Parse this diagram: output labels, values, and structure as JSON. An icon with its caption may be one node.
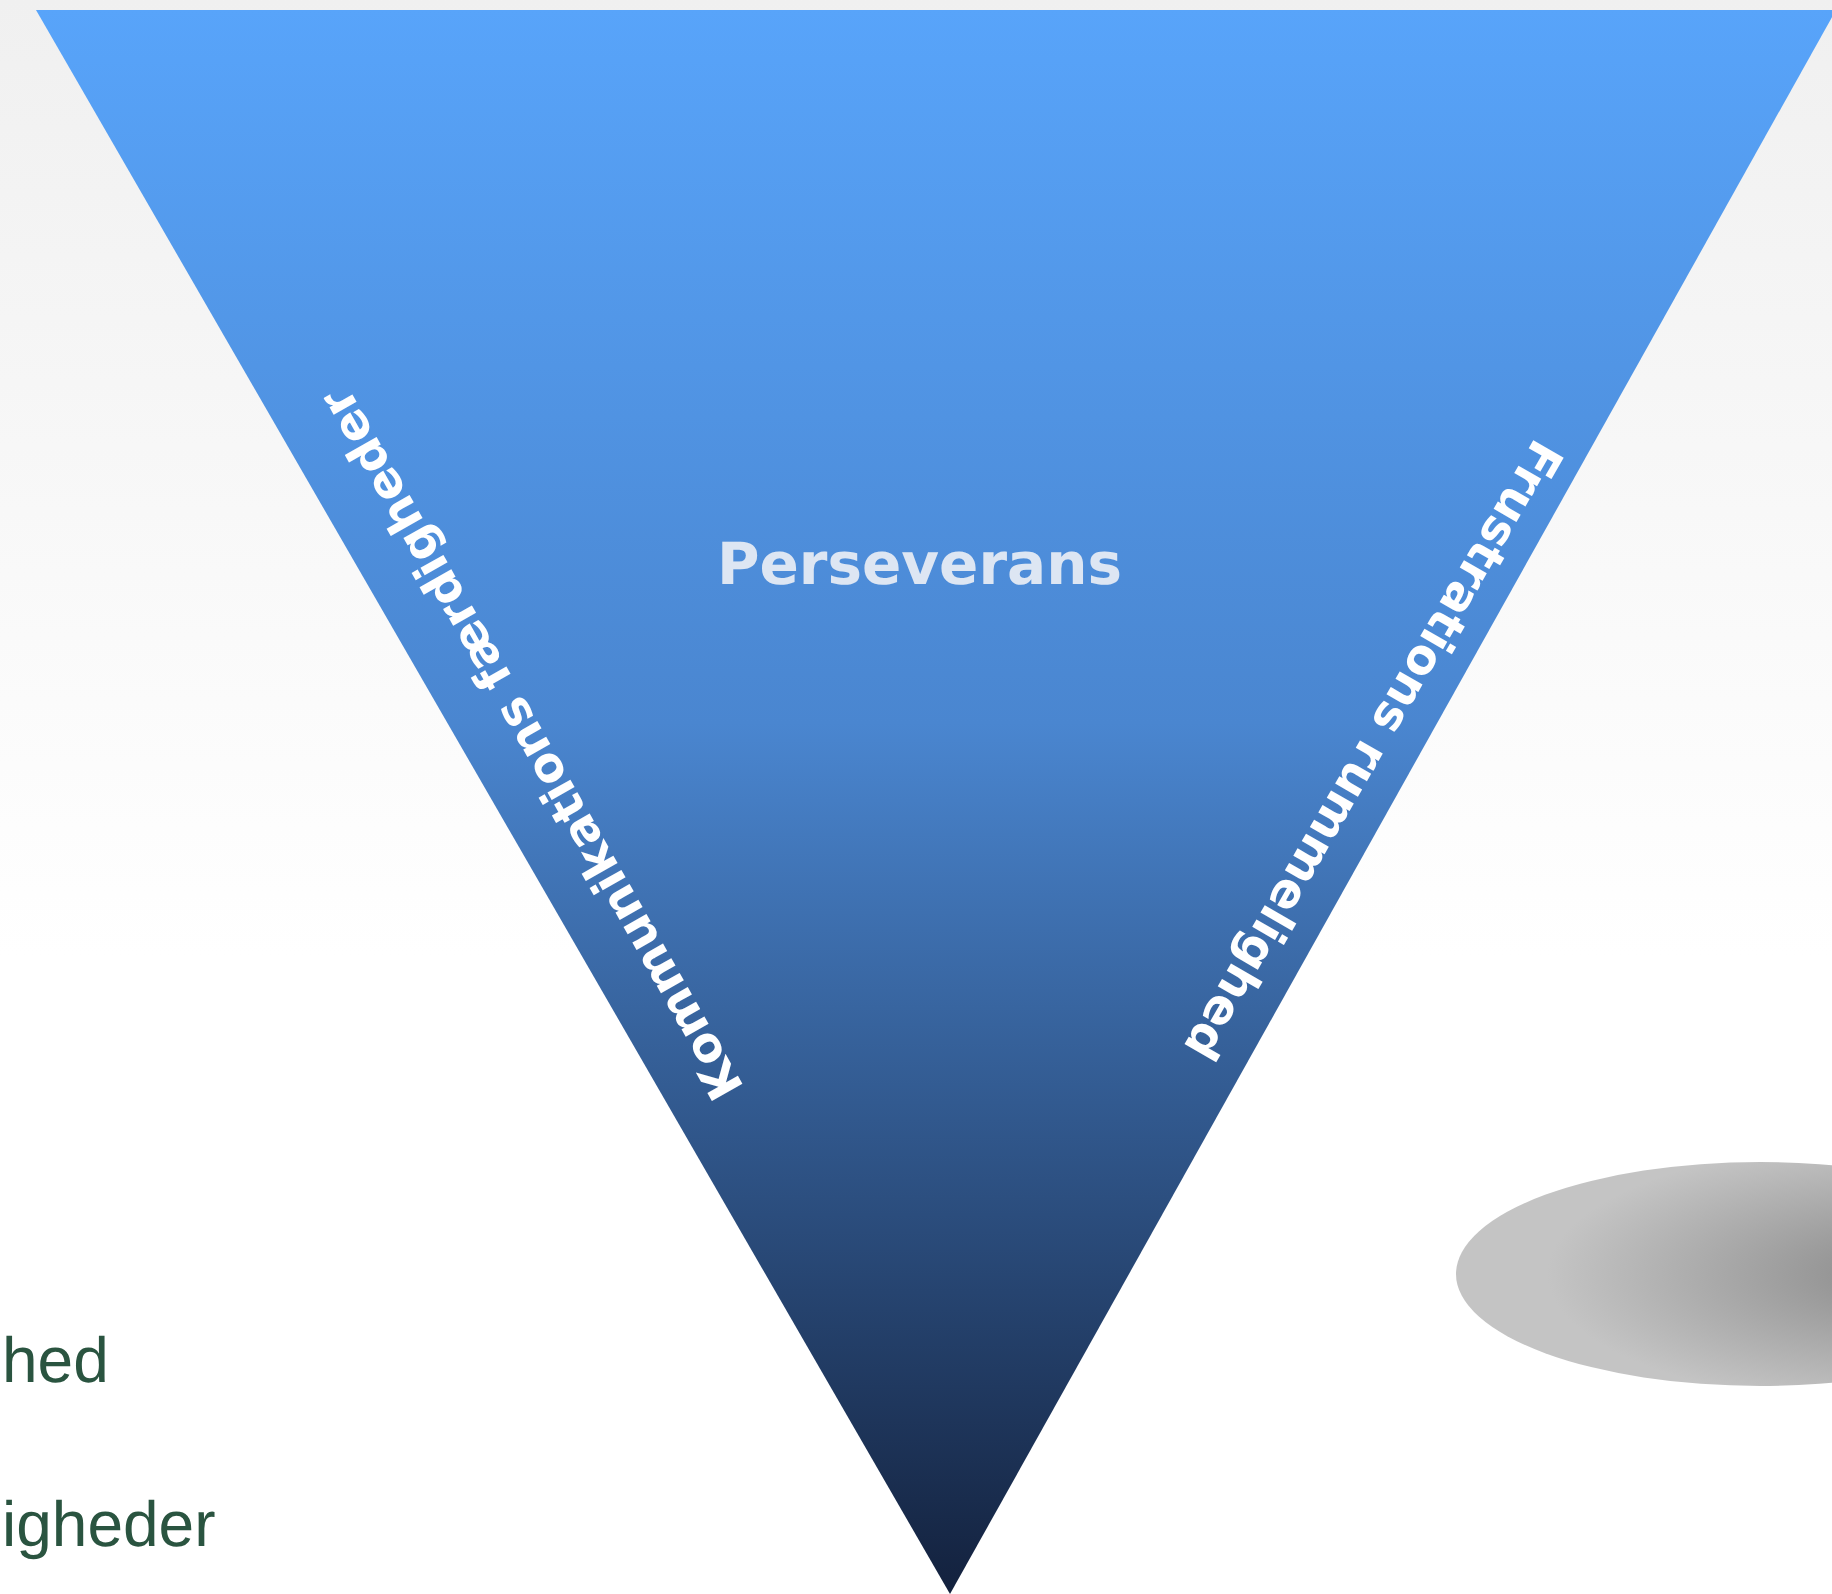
{
  "diagram": {
    "nodes": [
      {
        "text": [
          "Perseverans",
          "Kommunikations færdigheder",
          "Frustrations rummelighed"
        ]
      }
    ],
    "labels": [
      "hed",
      "igheder"
    ]
  }
}
